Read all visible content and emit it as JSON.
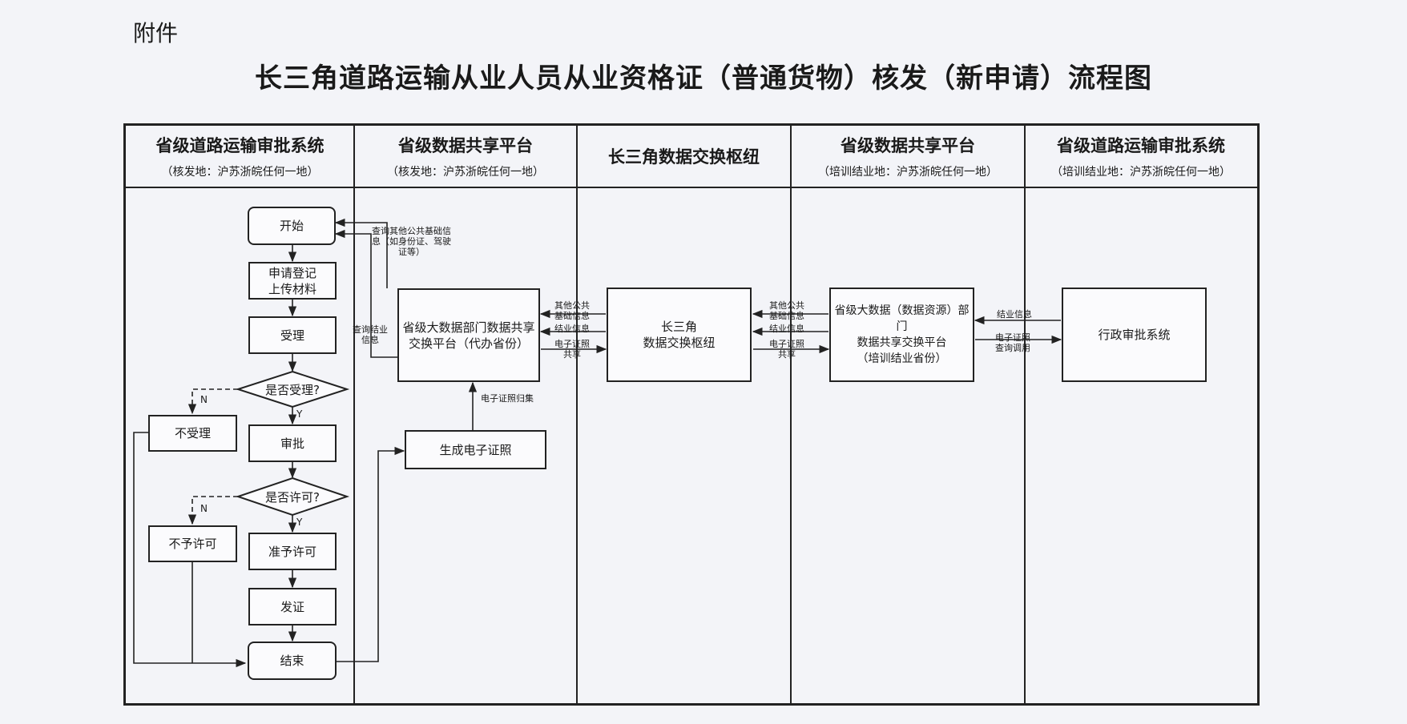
{
  "header": {
    "attachment": "附件",
    "title": "长三角道路运输从业人员从业资格证（普通货物）核发（新申请）流程图"
  },
  "lanes": [
    {
      "title": "省级道路运输审批系统",
      "subtitle": "（核发地：沪苏浙皖任何一地）"
    },
    {
      "title": "省级数据共享平台",
      "subtitle": "（核发地：沪苏浙皖任何一地）"
    },
    {
      "title": "长三角数据交换枢纽",
      "subtitle": ""
    },
    {
      "title": "省级数据共享平台",
      "subtitle": "（培训结业地：沪苏浙皖任何一地）"
    },
    {
      "title": "省级道路运输审批系统",
      "subtitle": "（培训结业地：沪苏浙皖任何一地）"
    }
  ],
  "nodes": {
    "start": "开始",
    "apply_line1": "申请登记",
    "apply_line2": "上传材料",
    "accept": "受理",
    "accept_q": "是否受理?",
    "reject": "不受理",
    "review": "审批",
    "permit_q": "是否许可?",
    "deny": "不予许可",
    "grant": "准予许可",
    "issue": "发证",
    "end": "结束",
    "gen_cert": "生成电子证照",
    "prov_platform_line1": "省级大数据部门数据共享",
    "prov_platform_line2": "交换平台（代办省份）",
    "hub_line1": "长三角",
    "hub_line2": "数据交换枢纽",
    "train_platform_line1": "省级大数据（数据资源）部门",
    "train_platform_line2": "数据共享交换平台",
    "train_platform_line3": "（培训结业省份）",
    "admin_system": "行政审批系统"
  },
  "labels": {
    "query_other_1": "查询其他公共基础信",
    "query_other_2": "息（如身份证、驾驶",
    "query_other_3": "证等）",
    "query_grad_1": "查询结业",
    "query_grad_2": "信息",
    "cert_collect": "电子证照归集",
    "other_info_1": "其他公共",
    "other_info_2": "基础信息",
    "grad_info": "结业信息",
    "cert_share_1": "电子证照",
    "cert_share_2": "共享",
    "cert_query_1": "电子证照",
    "cert_query_2": "查询调用",
    "yes": "Y",
    "no": "N"
  }
}
